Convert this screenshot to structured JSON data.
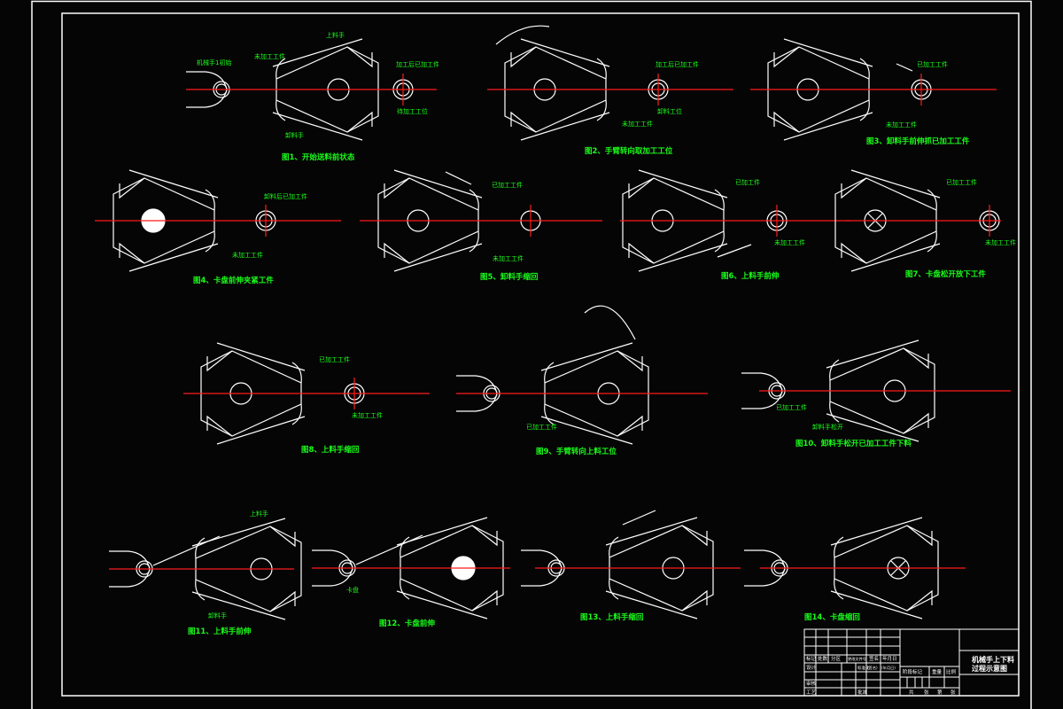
{
  "drawing": {
    "title_block": {
      "title_line1": "机械手上下料",
      "title_line2": "过程示意图",
      "rev_headers": [
        "标记",
        "处数",
        "分区",
        "更改文件号",
        "签名",
        "年月日"
      ],
      "row_design": [
        "设计",
        "",
        "",
        "标准化",
        "(签名)",
        "(年月日)"
      ],
      "row_review": "审核",
      "row_process": "工艺",
      "row_approve": "批准",
      "stage_headers": [
        "阶段标记",
        "重量",
        "比例"
      ],
      "sheet_line": [
        "共",
        "张",
        "第",
        "张"
      ]
    },
    "colors": {
      "background": "#050505",
      "geometry": "#ffffff",
      "centerline": "#ff1a1a",
      "annotation": "#19ff19"
    },
    "figures": [
      {
        "id": "fig1",
        "caption": "图1、开始送料前状态",
        "labels": [
          "机械手1初始",
          "未加工工件",
          "上料手",
          "加工后已加工件",
          "待加工工位",
          "卸料手"
        ],
        "bore": "open",
        "target": "double",
        "gripper_side": "left"
      },
      {
        "id": "fig2",
        "caption": "图2、手臂转向取加工工位",
        "labels": [
          "加工后已加工件",
          "卸料工位",
          "未加工工件"
        ],
        "bore": "open",
        "target": "double",
        "rotation_arrow": "counterclockwise"
      },
      {
        "id": "fig3",
        "caption": "图3、卸料手前伸抓已加工工件",
        "labels": [
          "已加工工件",
          "未加工工件"
        ],
        "bore": "open",
        "target": "double"
      },
      {
        "id": "fig4",
        "caption": "图4、卡盘前伸夹紧工件",
        "labels": [
          "卸料后已加工件",
          "未加工工件"
        ],
        "bore": "solid",
        "target": "double"
      },
      {
        "id": "fig5",
        "caption": "图5、卸料手缩回",
        "labels": [
          "已加工工件",
          "未加工工件"
        ],
        "bore": "open",
        "target": "single"
      },
      {
        "id": "fig6",
        "caption": "图6、上料手前伸",
        "labels": [
          "已加工件",
          "未加工工件"
        ],
        "bore": "open",
        "target": "double"
      },
      {
        "id": "fig7",
        "caption": "图7、卡盘松开放下工件",
        "labels": [
          "已加工工件",
          "未加工工件"
        ],
        "bore": "cross",
        "target": "double"
      },
      {
        "id": "fig8",
        "caption": "图8、上料手缩回",
        "labels": [
          "已加工工件",
          "未加工工件"
        ],
        "bore": "open",
        "target": "double"
      },
      {
        "id": "fig9",
        "caption": "图9、手臂转向上料工位",
        "labels": [
          "已加工工件"
        ],
        "bore": "open",
        "rotation_arrow": "counterclockwise"
      },
      {
        "id": "fig10",
        "caption": "图10、卸料手松开已加工工件下料",
        "labels": [
          "已加工工件",
          "卸料手松开"
        ],
        "bore": "open"
      },
      {
        "id": "fig11",
        "caption": "图11、上料手前伸",
        "labels": [
          "上料手",
          "卸料手"
        ],
        "bore": "open"
      },
      {
        "id": "fig12",
        "caption": "图12、卡盘前伸",
        "labels": [
          "卡盘"
        ],
        "bore": "solid"
      },
      {
        "id": "fig13",
        "caption": "图13、上料手缩回",
        "labels": [],
        "bore": "open"
      },
      {
        "id": "fig14",
        "caption": "图14、卡盘缩回",
        "labels": [],
        "bore": "cross"
      }
    ]
  }
}
